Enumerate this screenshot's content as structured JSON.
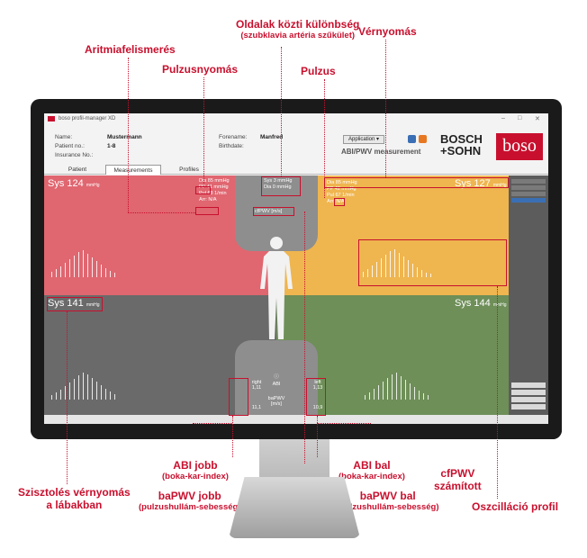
{
  "labels": {
    "arrhythmia": "Aritmiafelismerés",
    "side_diff": "Oldalak közti különbség",
    "side_diff_sub": "(szubklavia artéria szűkület)",
    "bp": "Vérnyomás",
    "pulse_pressure": "Pulzusnyomás",
    "pulse": "Pulzus",
    "abi_right": "ABI jobb",
    "abi_right_sub": "(boka-kar-index)",
    "abi_left": "ABI bal",
    "abi_left_sub": "(boka-kar-index)",
    "cfpwv_calc": "cfPWV",
    "cfpwv_calc_sub": "számított",
    "leg_sys": "Szisztolés vérnyomás",
    "leg_sys_sub": "a lábakban",
    "bapwv_right": "baPWV jobb",
    "bapwv_right_sub": "(pulzushullám-sebesség)",
    "bapwv_left": "baPWV bal",
    "bapwv_left_sub": "(pulzushullám-sebesség)",
    "osc_profile": "Oszcilláció profil"
  },
  "app": {
    "title": "boso profil-manager XD",
    "application_button": "Application ▾",
    "measurement_title": "ABI/PWV measurement",
    "brand": "BOSCH +SOHN",
    "brand_logo": "boso",
    "name_label": "Name:",
    "name_value": "Mustermann",
    "forename_label": "Forename:",
    "forename_value": "Manfred",
    "patient_no_label": "Patient no.:",
    "patient_no_value": "1-8",
    "birthdate_label": "Birthdate:",
    "insurance_label": "Insurance No.:",
    "tabs": [
      "Patient",
      "Measurements",
      "Profiles"
    ]
  },
  "readings": {
    "sys_ul": "Sys 124",
    "sys_ur": "Sys 127",
    "sys_ll": "Sys 141",
    "sys_lr": "Sys 144",
    "unit": "mmHg",
    "dia_l": "Dia  85 mmHg",
    "pp_l": "PP  41 mmHg",
    "pul_l": "Pul  68 1/min",
    "arr_l": "Arr: N/A",
    "side_sys": "Sys 3 mmHg",
    "side_dia": "Dia 0 mmHg",
    "cfpwv": "cfPWV",
    "cfpwv_unit": "[m/s]",
    "dia_r": "Dia  85 mmHg",
    "pp_r": "PP  42 mmHg",
    "pul_r": "Pul  67 1/min",
    "arr_r": "Arr: N/A",
    "right_label": "right",
    "left_label": "left",
    "abi_r": "1,11",
    "abi_l": "1,13",
    "abi_label": "ABI",
    "bapwv_label": "baPWV",
    "bapwv_unit": "[m/s]",
    "bapwv_r": "11,1",
    "bapwv_l": "10,9"
  }
}
